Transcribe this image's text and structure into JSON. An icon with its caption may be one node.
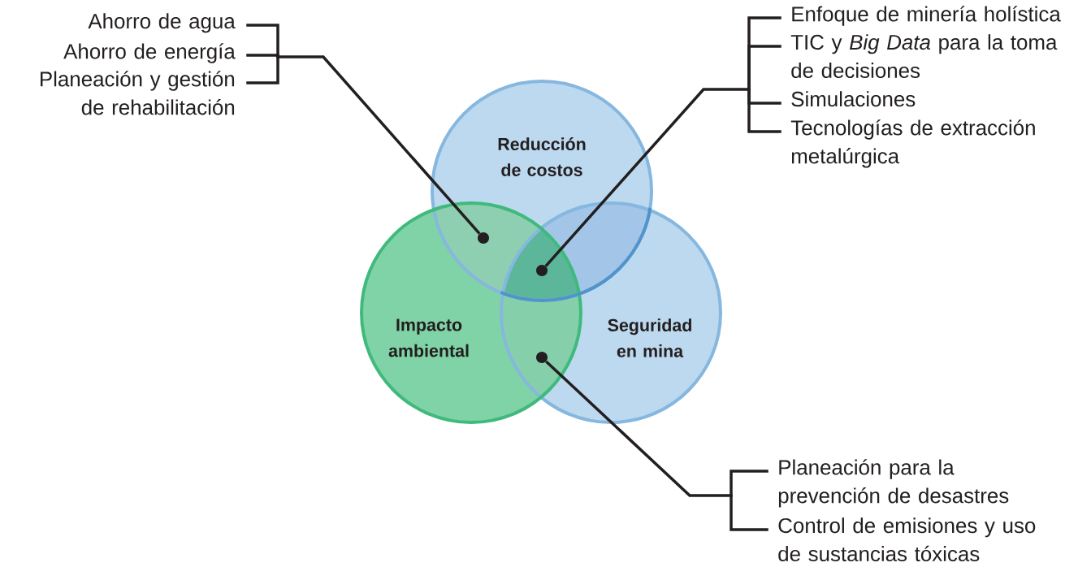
{
  "diagram": {
    "nodes": [
      {
        "text": [
          "Reducción de costos"
        ]
      },
      {
        "text": [
          "Impacto ambiental"
        ]
      },
      {
        "text": [
          "Seguridad en mina"
        ]
      },
      {
        "text": [
          "Ahorro de agua"
        ]
      },
      {
        "text": [
          "Ahorro de energía"
        ]
      },
      {
        "text": [
          "Planeación y gestión de rehabilitación"
        ]
      },
      {
        "text": [
          "Enfoque de minería holística"
        ]
      },
      {
        "text": [
          "TIC y *Big Data* para la toma de decisiones"
        ]
      },
      {
        "text": [
          "Simulaciones"
        ]
      },
      {
        "text": [
          "Tecnologías de extracción metalúrgica"
        ]
      },
      {
        "text": [
          "Planeación para la prevención de desastres"
        ]
      },
      {
        "text": [
          "Control de emisiones y uso de sustancias tóxicas"
        ]
      },
      {
        "text": [],
        "shape": "circle"
      },
      {
        "text": [],
        "shape": "circle"
      },
      {
        "text": [],
        "shape": "circle"
      }
    ],
    "edges": [
      {
        "from": 3,
        "to": 12,
        "arrow": "none"
      },
      {
        "from": 4,
        "to": 12,
        "arrow": "none"
      },
      {
        "from": 5,
        "to": 12,
        "arrow": "none"
      },
      {
        "from": 6,
        "to": 13,
        "arrow": "none"
      },
      {
        "from": 7,
        "to": 13,
        "arrow": "none"
      },
      {
        "from": 8,
        "to": 13,
        "arrow": "none"
      },
      {
        "from": 9,
        "to": 13,
        "arrow": "none"
      },
      {
        "from": 10,
        "to": 14,
        "arrow": "none"
      },
      {
        "from": 11,
        "to": 14,
        "arrow": "none"
      }
    ]
  }
}
